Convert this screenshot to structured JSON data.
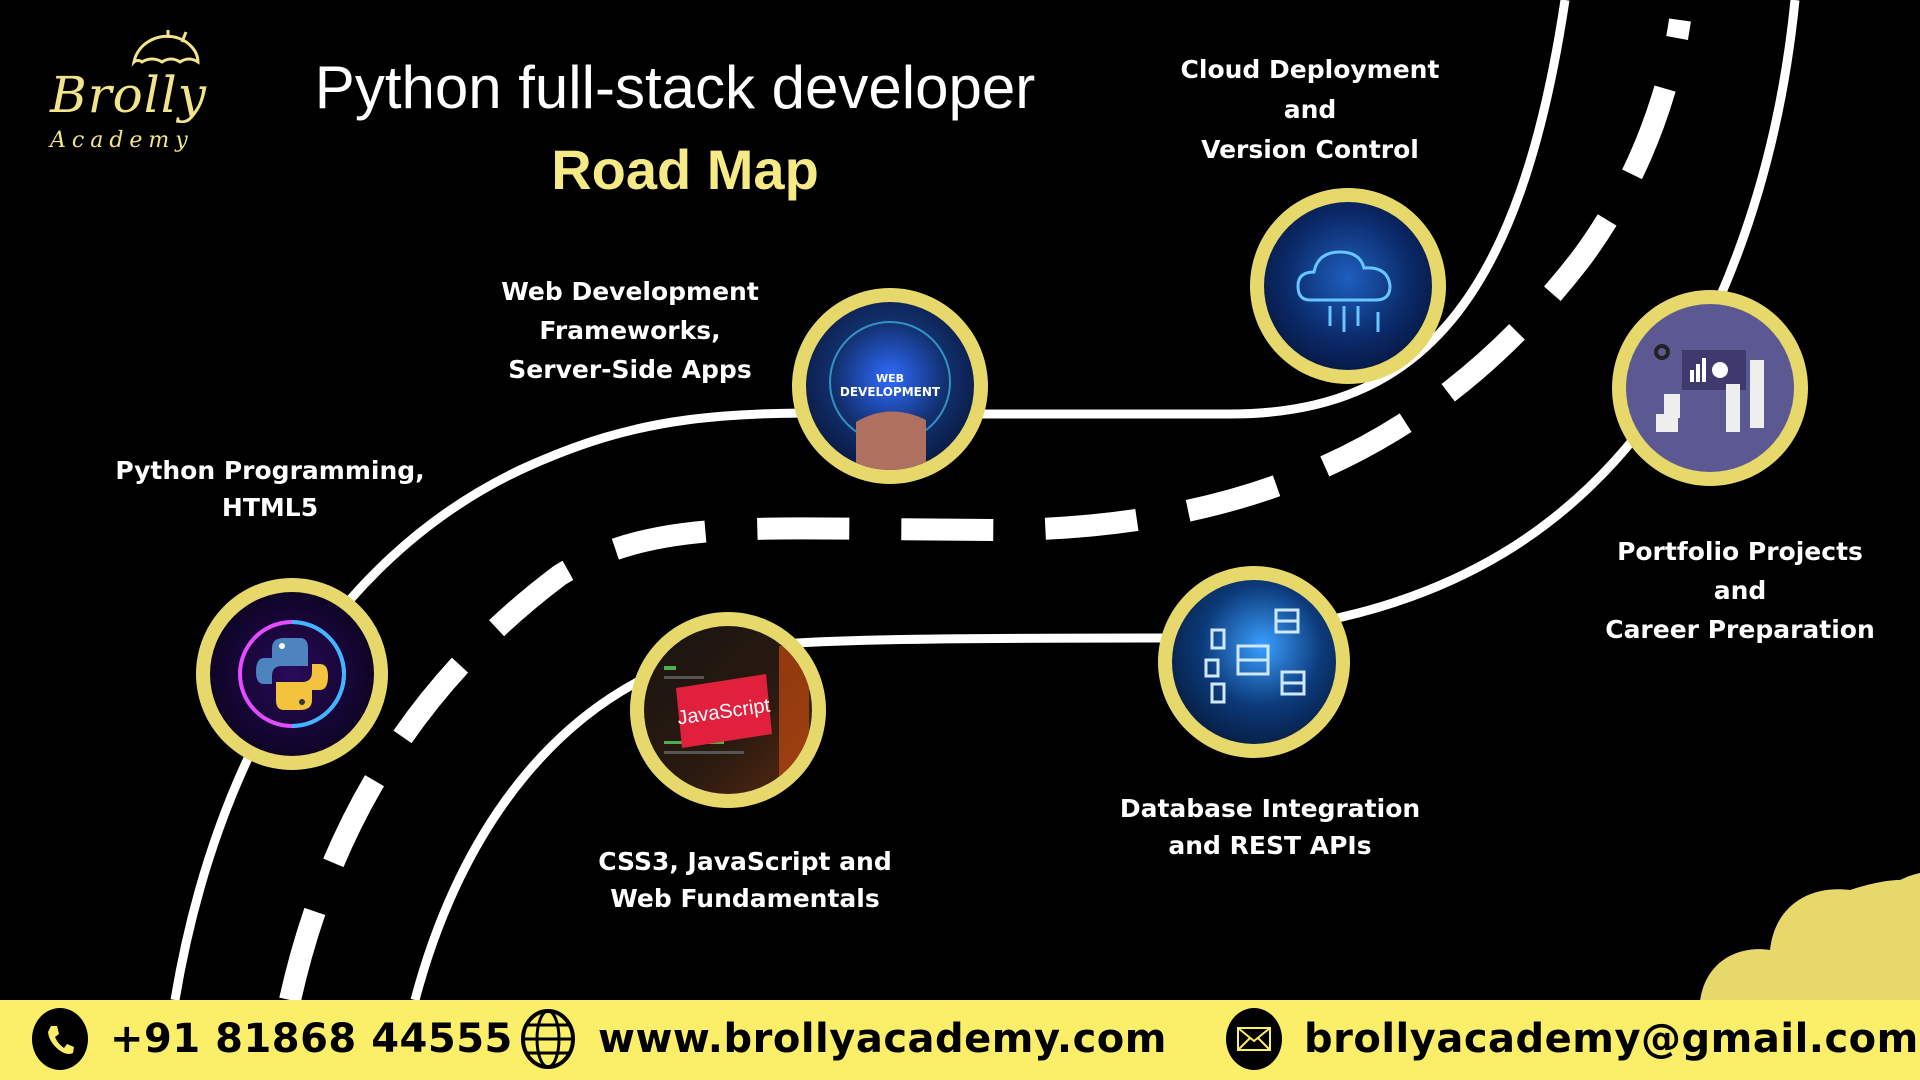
{
  "brand": {
    "name": "Brolly",
    "tagline": "Academy",
    "logo_icon": "umbrella-icon",
    "accent_color": "#f1e48a"
  },
  "header": {
    "title": "Python full-stack developer",
    "subtitle": "Road Map",
    "title_color": "#ffffff",
    "subtitle_color": "#f6ea86"
  },
  "roadmap": {
    "ring_color": "#e6d86a",
    "road_color": "#ffffff",
    "background": "#000000",
    "steps": [
      {
        "label": "Python Programming,\nHTML5",
        "image": "python-logo-neon"
      },
      {
        "label": "CSS3, JavaScript and\nWeb Fundamentals",
        "image": "javascript-code-screen",
        "image_text": "JavaScript"
      },
      {
        "label": "Web Development\nFrameworks,\nServer-Side Apps",
        "image": "web-development-globe",
        "image_text": "WEB\nDEVELOPMENT"
      },
      {
        "label": "Database Integration\nand  REST APIs",
        "image": "database-circuit-servers"
      },
      {
        "label": "Cloud Deployment\nand\nVersion Control",
        "image": "cloud-circuit"
      },
      {
        "label": "Portfolio Projects\nand\nCareer Preparation",
        "image": "team-presentation-illustration"
      }
    ]
  },
  "footer": {
    "background": "#fbef6a",
    "phone": {
      "icon": "phone-icon",
      "text": "+91 81868 44555"
    },
    "website": {
      "icon": "globe-icon",
      "text": "www.brollyacademy.com"
    },
    "email": {
      "icon": "mail-icon",
      "text": "brollyacademy@gmail.com"
    }
  }
}
